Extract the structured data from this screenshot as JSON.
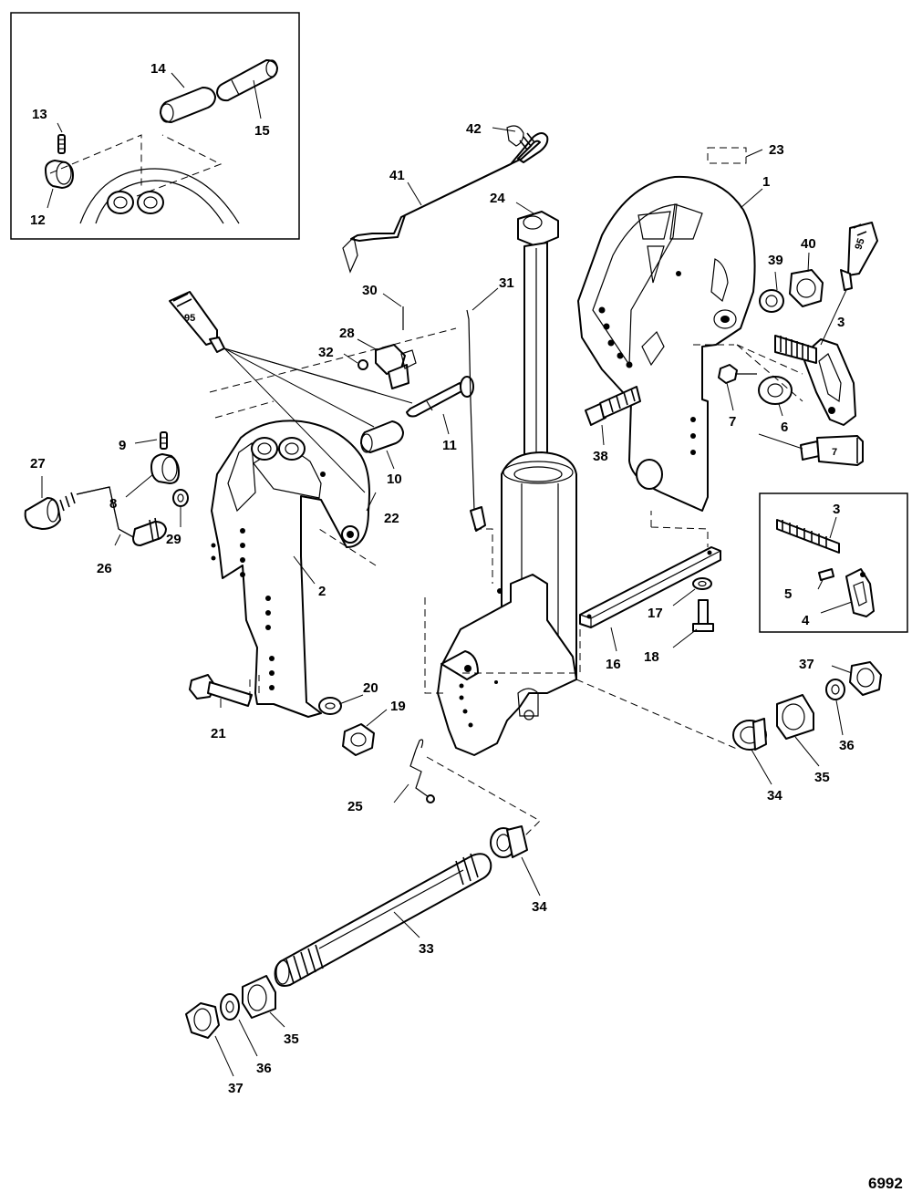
{
  "figure_number": "6992",
  "tube_labels": {
    "upper_right": "95",
    "left": "95",
    "lower_right": "7"
  },
  "labels": {
    "n1": "1",
    "n2": "2",
    "n3": "3",
    "n3b": "3",
    "n4": "4",
    "n5": "5",
    "n6": "6",
    "n7": "7",
    "n8": "8",
    "n9": "9",
    "n10": "10",
    "n11": "11",
    "n12": "12",
    "n13": "13",
    "n14": "14",
    "n15": "15",
    "n16": "16",
    "n17": "17",
    "n18": "18",
    "n19": "19",
    "n20": "20",
    "n21": "21",
    "n22": "22",
    "n23": "23",
    "n24": "24",
    "n25": "25",
    "n26": "26",
    "n27": "27",
    "n28": "28",
    "n29": "29",
    "n30": "30",
    "n31": "31",
    "n32": "32",
    "n33": "33",
    "n34a": "34",
    "n34b": "34",
    "n35a": "35",
    "n35b": "35",
    "n36a": "36",
    "n36b": "36",
    "n37a": "37",
    "n37b": "37",
    "n38": "38",
    "n39": "39",
    "n40": "40",
    "n41": "41",
    "n42": "42"
  }
}
